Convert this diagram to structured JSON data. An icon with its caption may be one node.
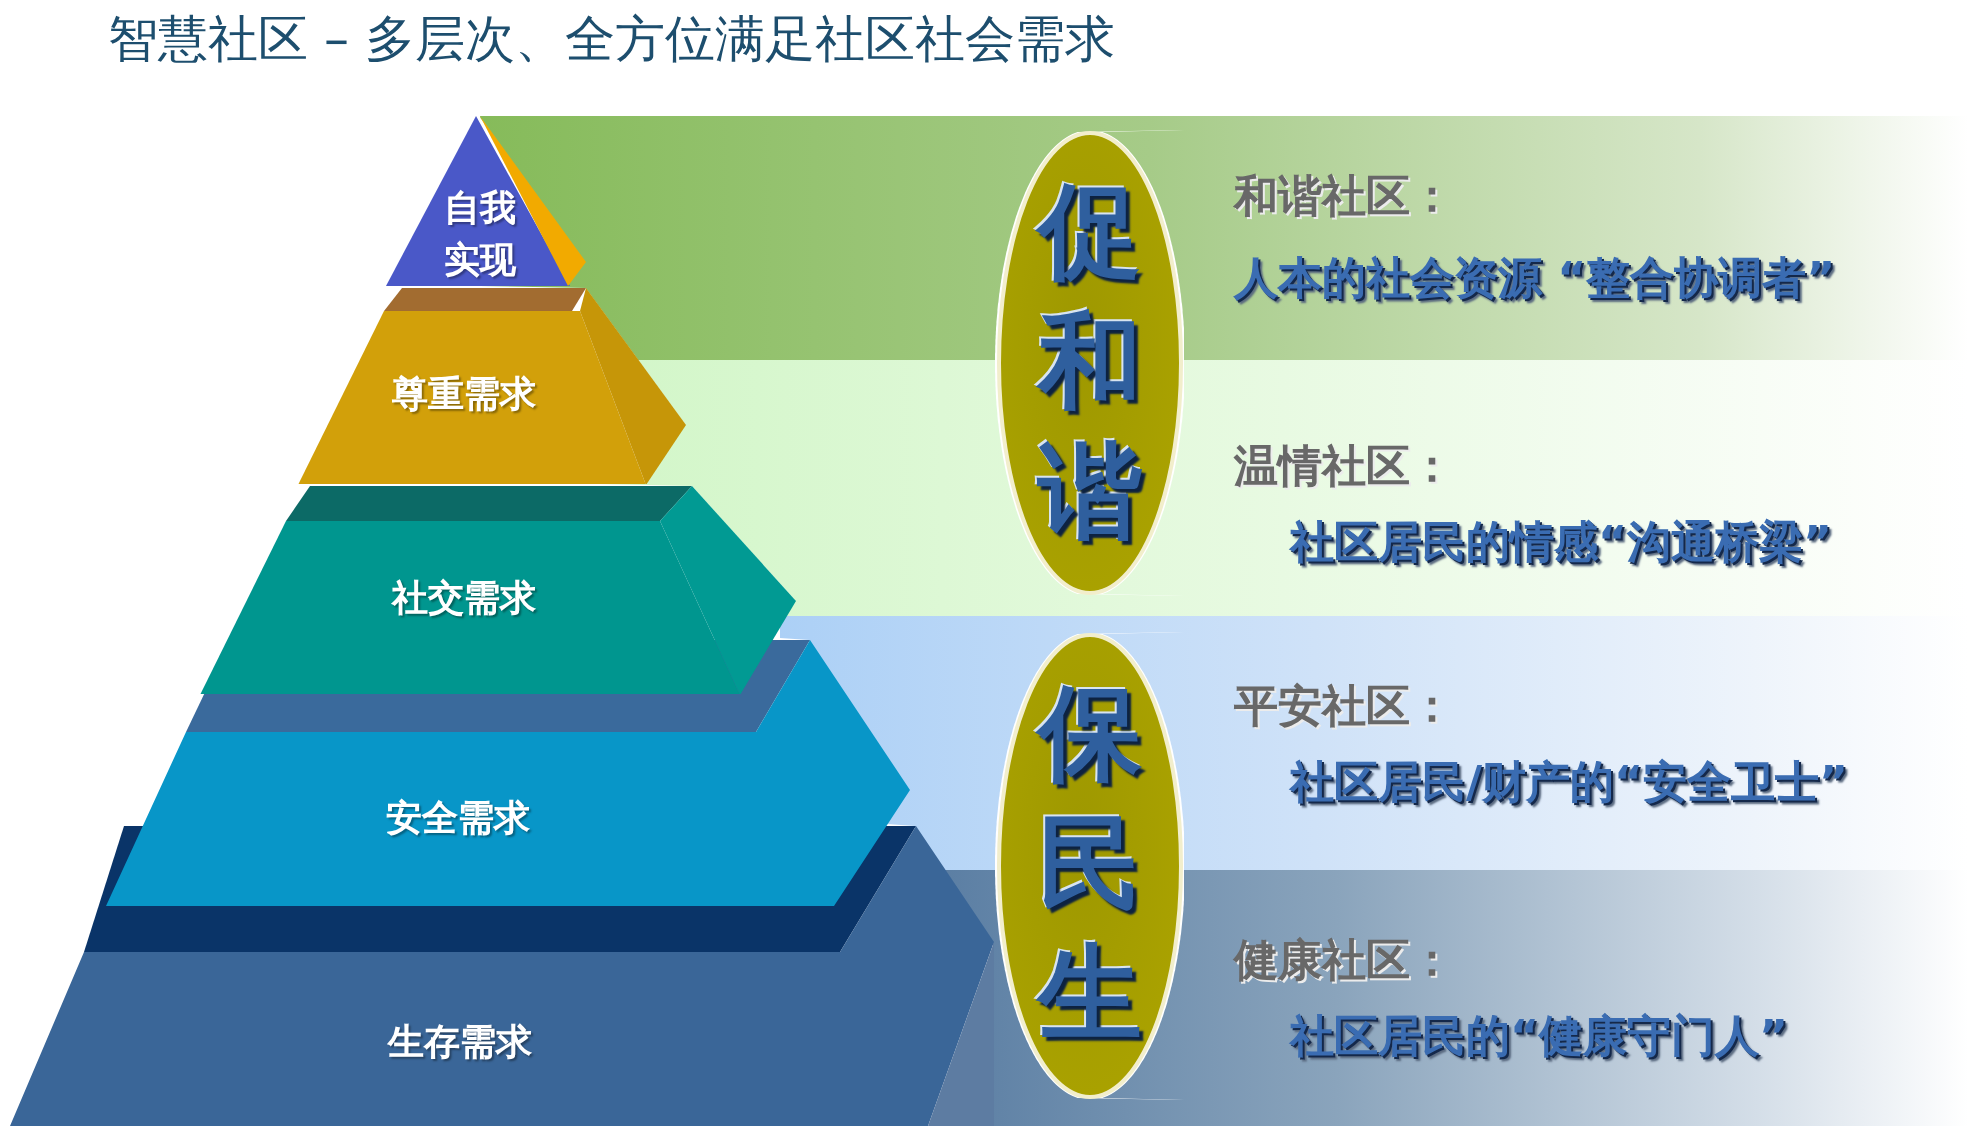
{
  "diagram": {
    "title": "智慧社区 – 多层次、全方位满足社区社会需求",
    "nodes": [
      {
        "text": [
          "自我实现"
        ]
      },
      {
        "text": [
          "尊重需求"
        ]
      },
      {
        "text": [
          "社交需求"
        ]
      },
      {
        "text": [
          "安全需求"
        ]
      },
      {
        "text": [
          "生存需求"
        ]
      },
      {
        "text": [
          "促和谐"
        ]
      },
      {
        "text": [
          "保民生"
        ]
      },
      {
        "text": [
          "和谐社区：",
          "人本的社会资源 “整合协调者”"
        ]
      },
      {
        "text": [
          "温情社区：",
          "社区居民的情感“沟通桥梁”"
        ]
      },
      {
        "text": [
          "平安社区：",
          "社区居民/财产的“安全卫士”"
        ]
      },
      {
        "text": [
          "健康社区：",
          "社区居民的“健康守门人”"
        ]
      }
    ]
  }
}
